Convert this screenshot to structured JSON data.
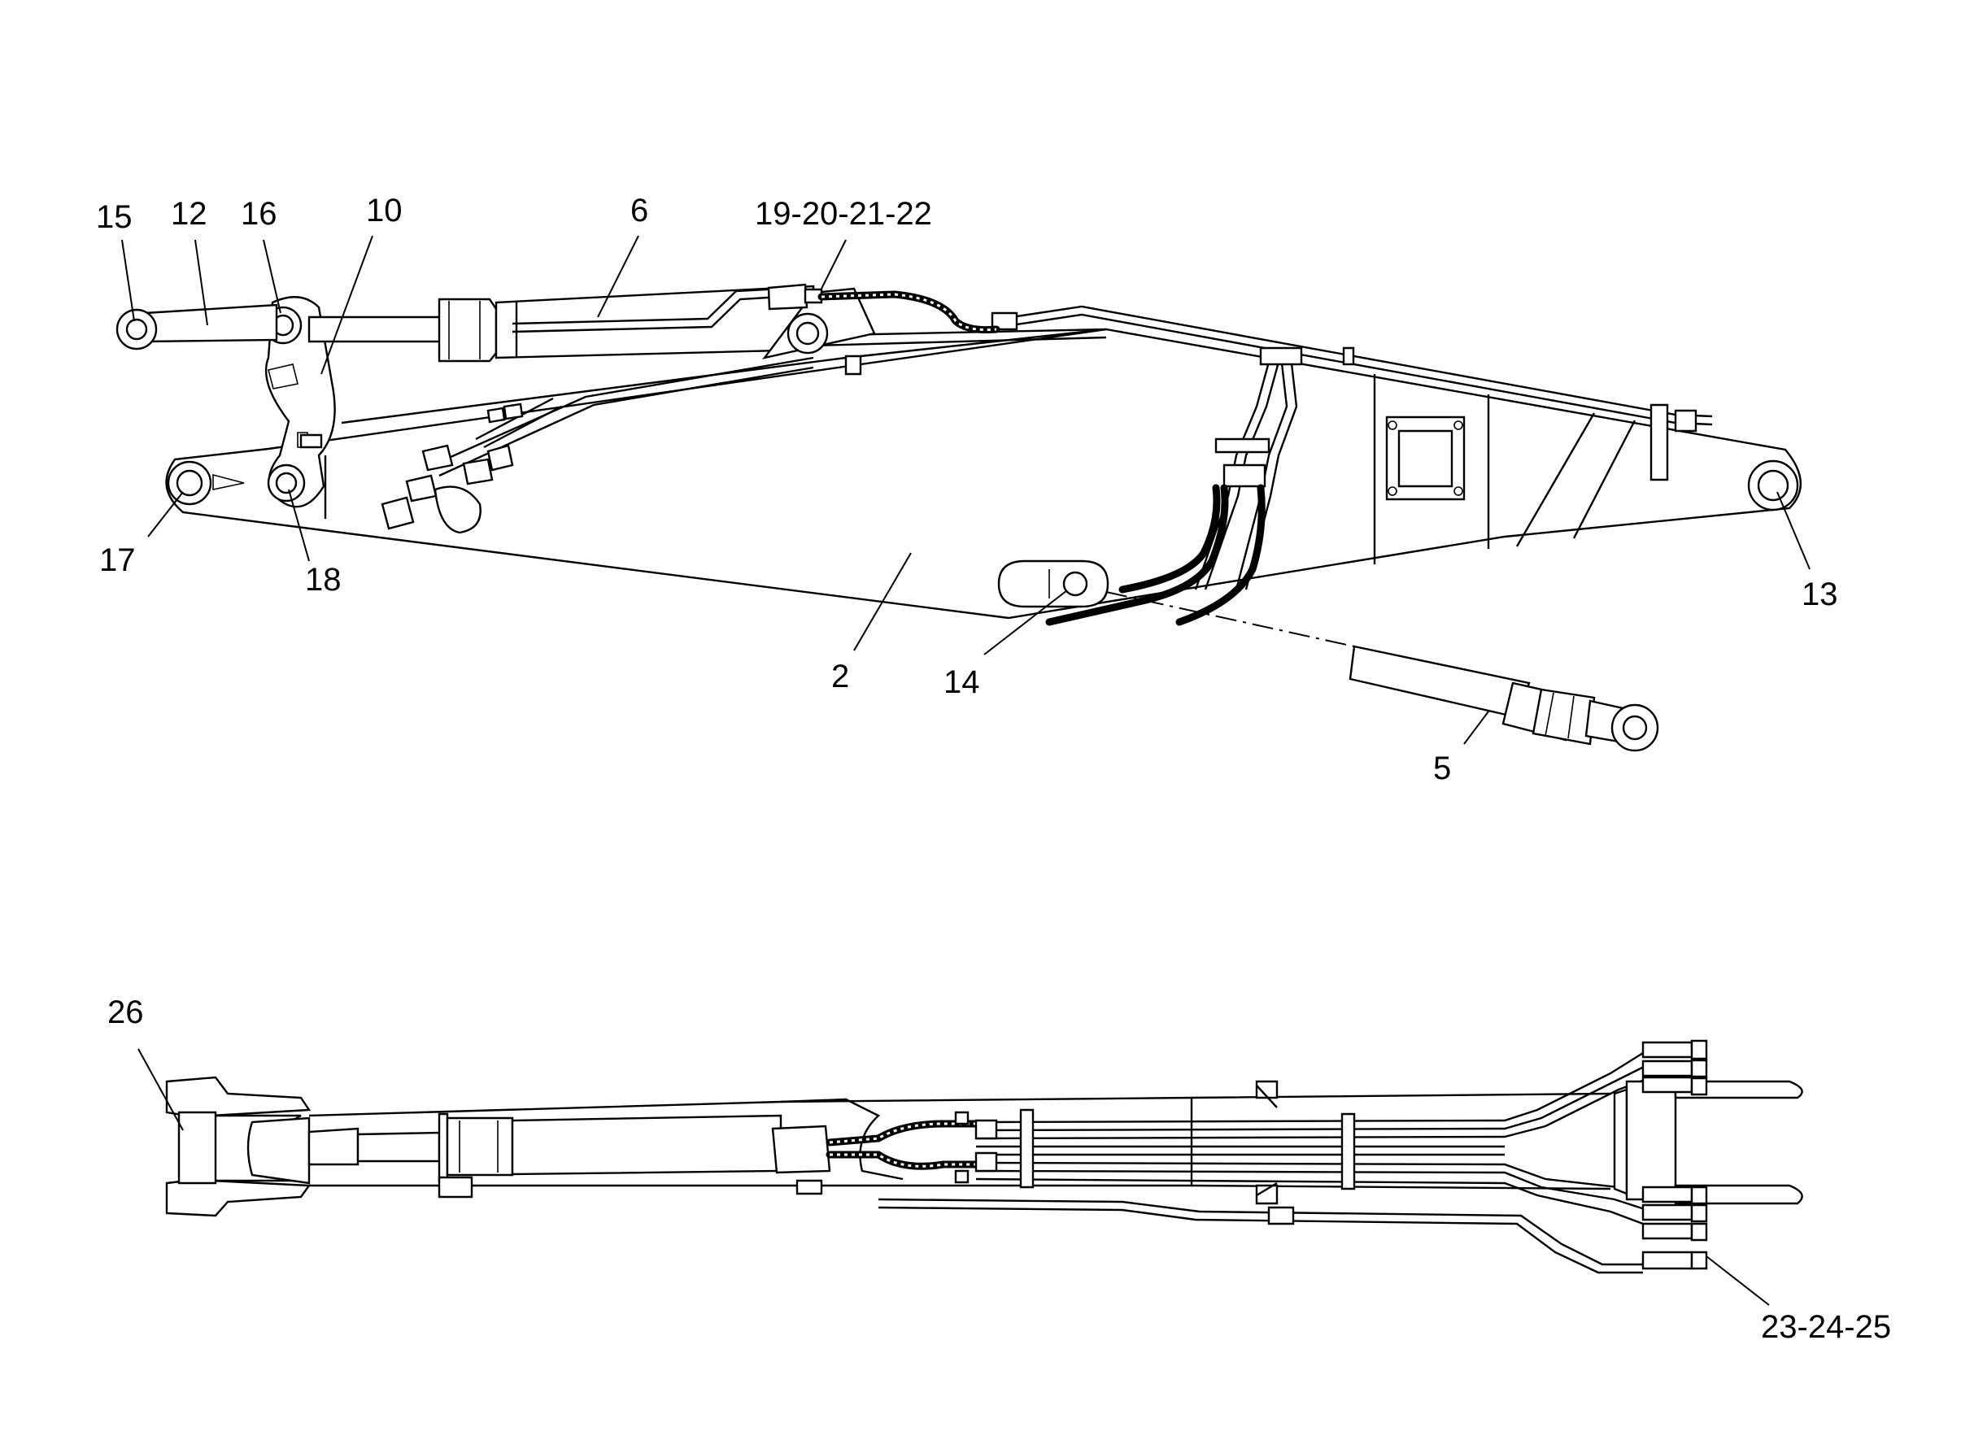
{
  "callouts_side_view": [
    {
      "id": "c15",
      "label": "15"
    },
    {
      "id": "c12",
      "label": "12"
    },
    {
      "id": "c16",
      "label": "16"
    },
    {
      "id": "c10",
      "label": "10"
    },
    {
      "id": "c6",
      "label": "6"
    },
    {
      "id": "c19",
      "label": "19-20-21-22"
    },
    {
      "id": "c17",
      "label": "17"
    },
    {
      "id": "c18",
      "label": "18"
    },
    {
      "id": "c2",
      "label": "2"
    },
    {
      "id": "c14",
      "label": "14"
    },
    {
      "id": "c13",
      "label": "13"
    },
    {
      "id": "c5",
      "label": "5"
    }
  ],
  "callouts_top_view": [
    {
      "id": "c26",
      "label": "26"
    },
    {
      "id": "c23",
      "label": "23-24-25"
    }
  ]
}
